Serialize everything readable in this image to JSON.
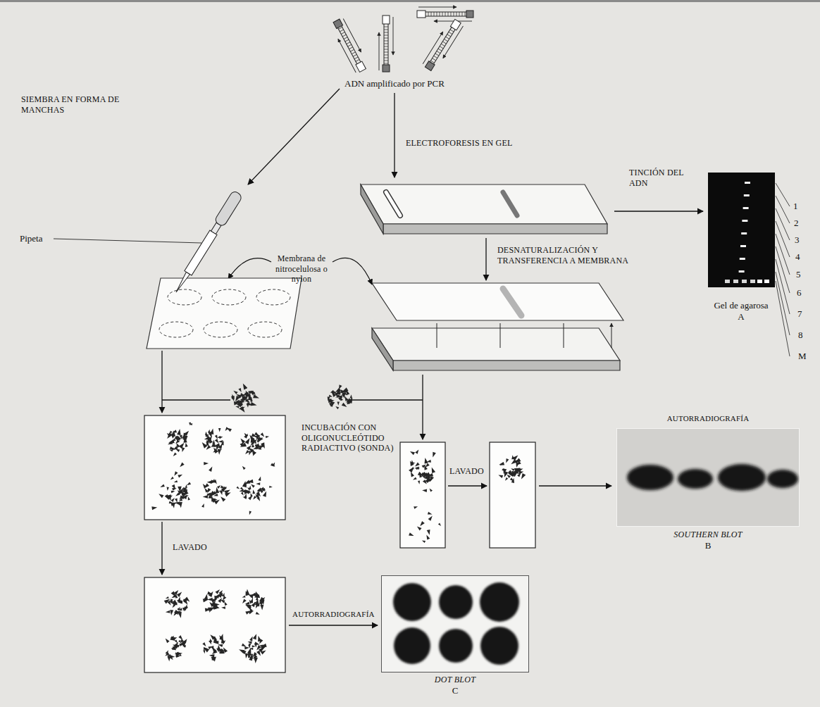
{
  "diagram": {
    "nodes": [
      {
        "text": [
          "Gel de agarosa",
          "A"
        ]
      },
      {
        "text": [
          "AUTORRADIOGRAFÍA",
          "SOUTHERN BLOT",
          "B"
        ]
      },
      {
        "text": [
          "DOT BLOT",
          "C"
        ]
      }
    ],
    "labels": [
      "ADN amplificado por PCR",
      "SIEMBRA EN FORMA DE MANCHAS",
      "ELECTROFORESIS EN GEL",
      "TINCIÓN DEL ADN",
      "Pipeta",
      "Membrana de nitrocelulosa o nylon",
      "DESNATURALIZACIÓN Y TRANSFERENCIA A MEMBRANA",
      "1",
      "2",
      "3",
      "4",
      "5",
      "6",
      "7",
      "8",
      "M",
      "INCUBACIÓN CON OLIGONUCLEÓTIDO RADIACTIVO (SONDA)",
      "LAVADO",
      "LAVADO",
      "AUTORRADIOGRAFÍA"
    ]
  }
}
